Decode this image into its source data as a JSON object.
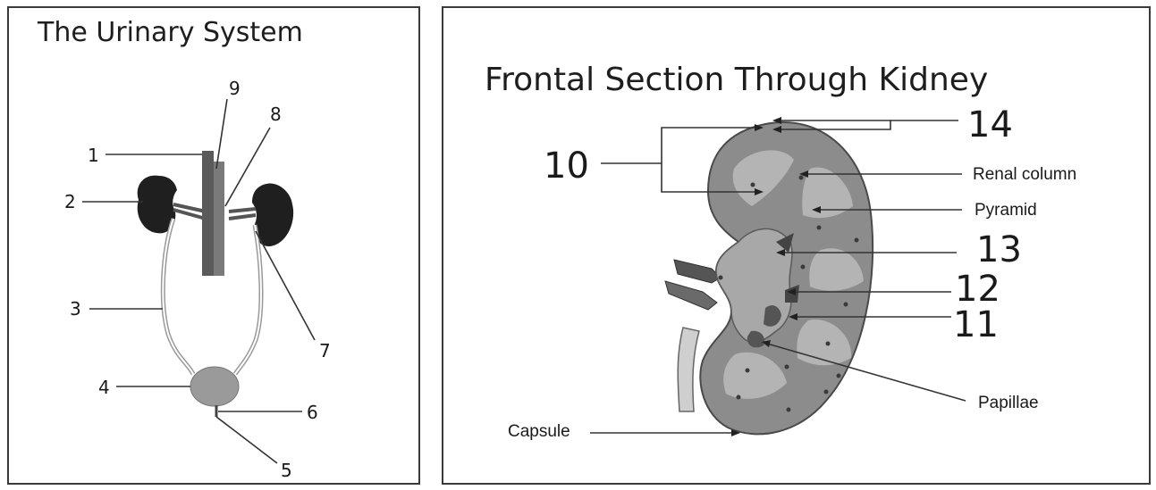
{
  "urinary_system": {
    "title": "The Urinary System",
    "labels": {
      "n1": "1",
      "n2": "2",
      "n3": "3",
      "n4": "4",
      "n5": "5",
      "n6": "6",
      "n7": "7",
      "n8": "8",
      "n9": "9"
    }
  },
  "kidney_section": {
    "title": "Frontal Section Through Kidney",
    "labels": {
      "n10": "10",
      "n11": "11",
      "n12": "12",
      "n13": "13",
      "n14": "14",
      "renal_column": "Renal column",
      "pyramid": "Pyramid",
      "papillae": "Papillae",
      "capsule": "Capsule"
    }
  },
  "colors": {
    "frame": "#3a3a3a",
    "kidney_dark": "#1f1f1f",
    "vessel": "#6e6e6e",
    "bladder": "#9a9a9a",
    "cortex": "#8c8c8c",
    "medulla": "#b4b4b4"
  }
}
